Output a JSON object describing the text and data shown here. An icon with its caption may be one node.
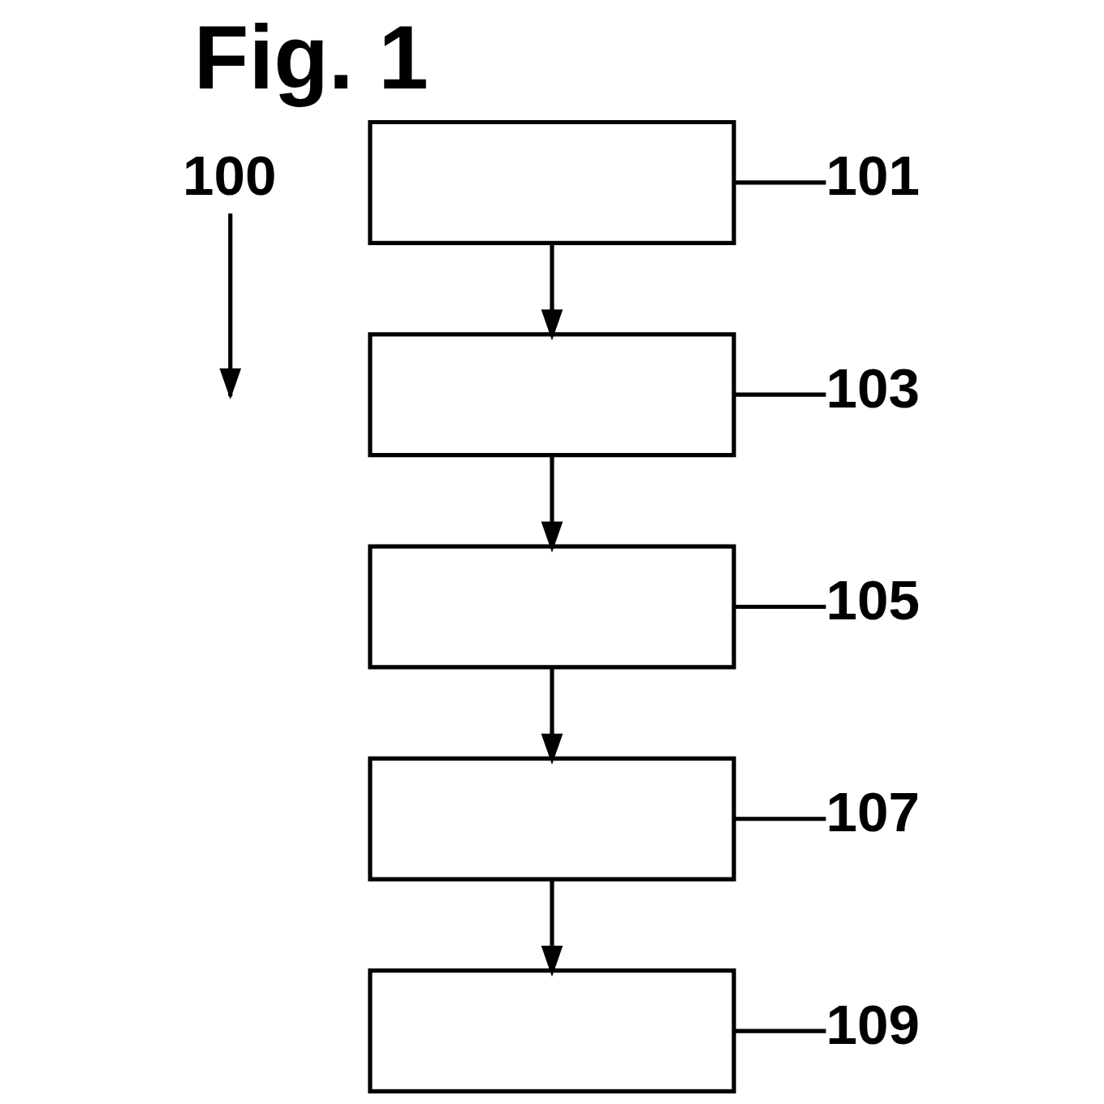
{
  "diagram": {
    "title": "Fig. 1",
    "nodes": [
      {
        "text": [
          "100"
        ]
      },
      {
        "text": [],
        "shape": "box"
      },
      {
        "text": [
          "101"
        ]
      },
      {
        "text": [],
        "shape": "box"
      },
      {
        "text": [
          "103"
        ]
      },
      {
        "text": [],
        "shape": "box"
      },
      {
        "text": [
          "105"
        ]
      },
      {
        "text": [],
        "shape": "box"
      },
      {
        "text": [
          "107"
        ]
      },
      {
        "text": [],
        "shape": "box"
      },
      {
        "text": [
          "109"
        ]
      }
    ],
    "edges": [
      {
        "from": 0,
        "to": null,
        "arrow": "to"
      },
      {
        "from": 2,
        "to": 1,
        "arrow": "none"
      },
      {
        "from": 1,
        "to": 3,
        "arrow": "to"
      },
      {
        "from": 4,
        "to": 3,
        "arrow": "none"
      },
      {
        "from": 3,
        "to": 5,
        "arrow": "to"
      },
      {
        "from": 6,
        "to": 5,
        "arrow": "none"
      },
      {
        "from": 5,
        "to": 7,
        "arrow": "to"
      },
      {
        "from": 8,
        "to": 7,
        "arrow": "none"
      },
      {
        "from": 7,
        "to": 9,
        "arrow": "to"
      },
      {
        "from": 10,
        "to": 9,
        "arrow": "none"
      }
    ]
  }
}
